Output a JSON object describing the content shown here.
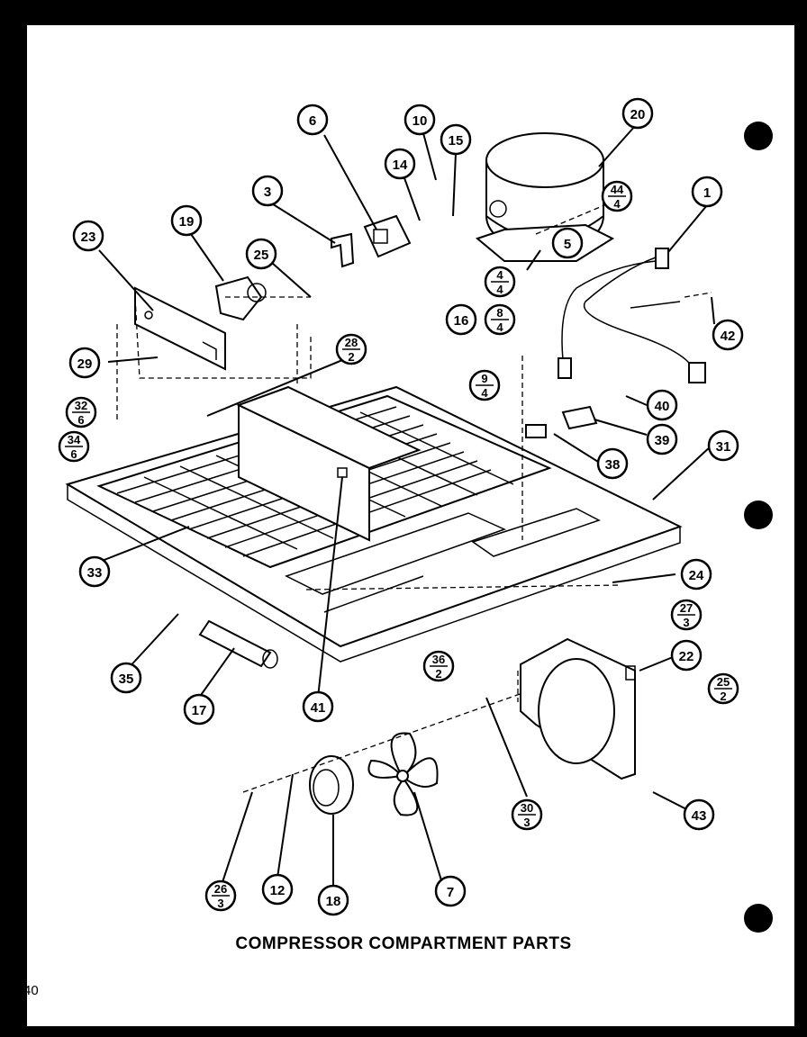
{
  "title": "COMPRESSOR COMPARTMENT PARTS",
  "page_number": "40",
  "callouts": [
    {
      "label": "1"
    },
    {
      "label": "3"
    },
    {
      "label": "5"
    },
    {
      "label": "6"
    },
    {
      "label": "7"
    },
    {
      "label": "10"
    },
    {
      "label": "12"
    },
    {
      "label": "14"
    },
    {
      "label": "15"
    },
    {
      "label": "16"
    },
    {
      "label": "17"
    },
    {
      "label": "18"
    },
    {
      "label": "19"
    },
    {
      "label": "20"
    },
    {
      "label": "22"
    },
    {
      "label": "23"
    },
    {
      "label": "24"
    },
    {
      "label": "25"
    },
    {
      "label": "29"
    },
    {
      "label": "31"
    },
    {
      "label": "33"
    },
    {
      "label": "35"
    },
    {
      "label": "38"
    },
    {
      "label": "39"
    },
    {
      "label": "40"
    },
    {
      "label": "41"
    },
    {
      "label": "42"
    },
    {
      "label": "43"
    }
  ],
  "fraction_callouts": [
    {
      "num": "44",
      "den": "4"
    },
    {
      "num": "4",
      "den": "4"
    },
    {
      "num": "8",
      "den": "4"
    },
    {
      "num": "9",
      "den": "4"
    },
    {
      "num": "28",
      "den": "2"
    },
    {
      "num": "32",
      "den": "6"
    },
    {
      "num": "34",
      "den": "6"
    },
    {
      "num": "27",
      "den": "3"
    },
    {
      "num": "25",
      "den": "2"
    },
    {
      "num": "36",
      "den": "2"
    },
    {
      "num": "30",
      "den": "3"
    },
    {
      "num": "26",
      "den": "3"
    }
  ]
}
